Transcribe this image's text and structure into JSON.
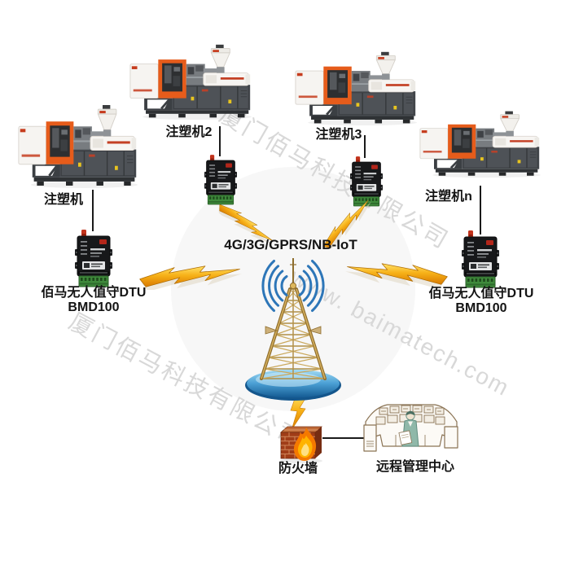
{
  "watermarks": {
    "company": "厦门佰马科技有限公司",
    "website": "www. baimatech.com"
  },
  "machines": {
    "m1": {
      "label": "注塑机"
    },
    "m2": {
      "label": "注塑机2"
    },
    "m3": {
      "label": "注塑机3"
    },
    "m4": {
      "label": "注塑机n"
    }
  },
  "dtu": {
    "left": {
      "name": "佰马无人值守DTU",
      "model": "BMD100"
    },
    "right": {
      "name": "佰马无人值守DTU",
      "model": "BMD100"
    }
  },
  "network": {
    "label": "4G/3G/GPRS/NB-IoT"
  },
  "firewall": {
    "label": "防火墙"
  },
  "management_center": {
    "label": "远程管理中心"
  },
  "colors": {
    "bolt_gold": "#f7b118",
    "tower_signal_blue": "#2d76b8",
    "machine_orange": "#e65c1b",
    "dtu_terminal_green": "#3f8a3c",
    "firewall_brick": "#a03d18",
    "watermark_grey": "#d8d8d8"
  }
}
